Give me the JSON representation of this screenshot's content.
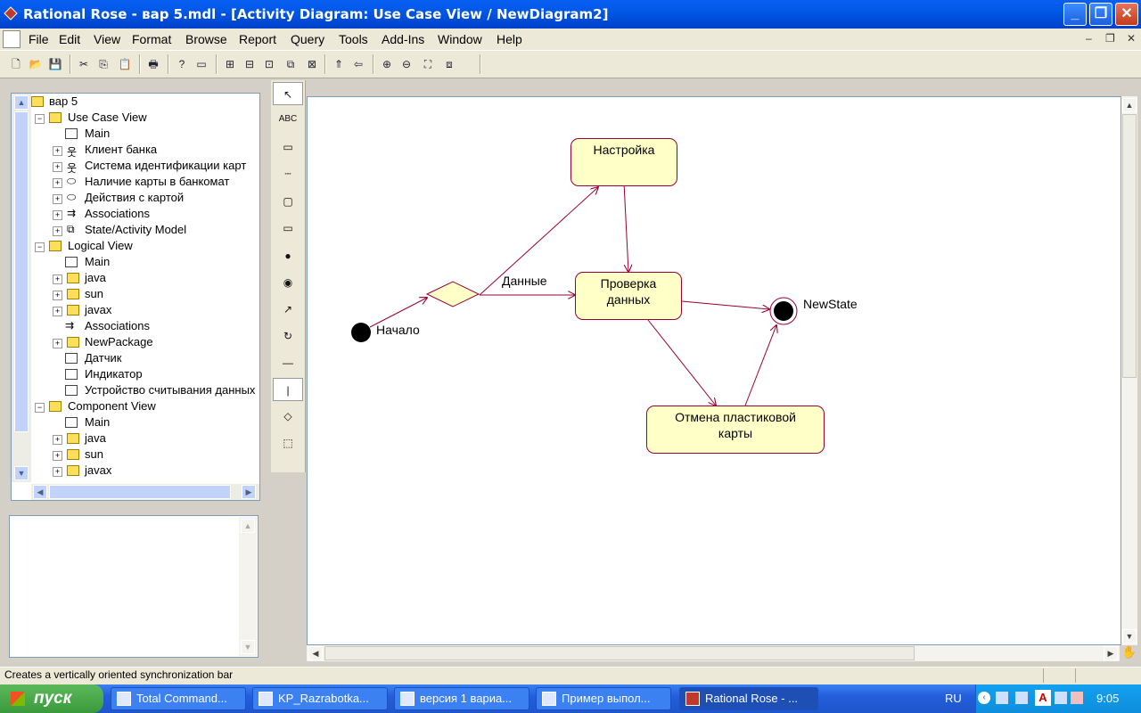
{
  "window": {
    "title": "Rational Rose - вар 5.mdl - [Activity Diagram: Use Case View / NewDiagram2]",
    "minimize": "_",
    "maximize": "❐",
    "close": "✕"
  },
  "menu": [
    "File",
    "Edit",
    "View",
    "Format",
    "Browse",
    "Report",
    "Query",
    "Tools",
    "Add-Ins",
    "Window",
    "Help"
  ],
  "mdi_controls": {
    "minimize": "–",
    "restore": "❐",
    "close": "✕"
  },
  "browser": {
    "root": "вар 5",
    "use_case_view": "Use Case View",
    "uc_main": "Main",
    "client": "Клиент банка",
    "id_system": "Система идентификации карт",
    "card_present": "Наличие карты в банкомат",
    "card_actions": "Действия с картой",
    "uc_associations": "Associations",
    "state_model": "State/Activity Model",
    "logical_view": "Logical View",
    "lv_main": "Main",
    "lv_java": "java",
    "lv_sun": "sun",
    "lv_javax": "javax",
    "lv_associations": "Associations",
    "new_package": "NewPackage",
    "sensor": "Датчик",
    "indicator": "Индикатор",
    "reader": "Устройство считывания данных",
    "component_view": "Component View",
    "cv_main": "Main",
    "cv_java": "java",
    "cv_sun": "sun",
    "cv_javax": "javax"
  },
  "toolbox": {
    "selector": "↖",
    "text": "ABC",
    "note": "▭",
    "anchor": "┄",
    "activity": "▢",
    "state": "▭",
    "start": "●",
    "end": "◉",
    "transition": "↗",
    "self_transition": "↻",
    "h_sync": "—",
    "v_sync": "|",
    "decision": "◇",
    "swimlane": "⬚"
  },
  "diagram": {
    "state_setup": "Настройка",
    "state_check_line1": "Проверка",
    "state_check_line2": "данных",
    "state_cancel_line1": "Отмена пластиковой",
    "state_cancel_line2": "карты",
    "start_label": "Начало",
    "end_label": "NewState",
    "transition_label": "Данные"
  },
  "status": "Creates a vertically oriented synchronization bar",
  "taskbar": {
    "start": "пуск",
    "tasks": [
      "Total Command...",
      "KP_Razrabotka...",
      "версия 1 вариа...",
      "Пример выпол...",
      "Rational Rose - ..."
    ],
    "lang": "RU",
    "time": "9:05"
  },
  "colors": {
    "state_fill": "#ffffc8",
    "state_border": "#990033",
    "transition": "#990033",
    "titlebar": "#0058e6"
  }
}
